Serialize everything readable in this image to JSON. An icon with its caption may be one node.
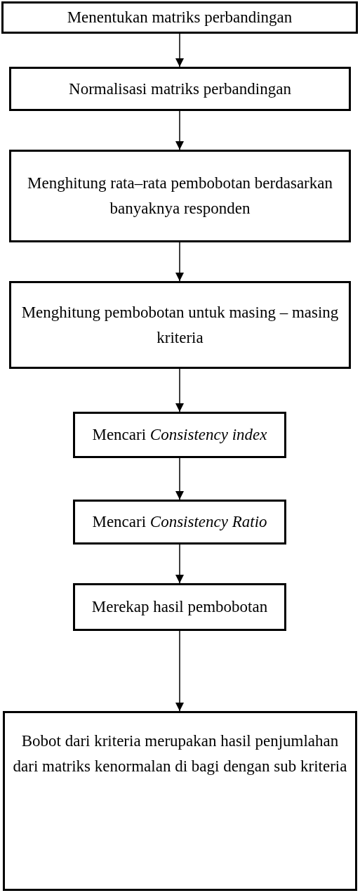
{
  "diagram": {
    "nodes": [
      {
        "text": [
          "Menentukan matriks perbandingan"
        ]
      },
      {
        "text": [
          "Normalisasi matriks perbandingan"
        ]
      },
      {
        "text": [
          "Menghitung rata–rata pembobotan berdasarkan banyaknya responden"
        ]
      },
      {
        "text": [
          "Menghitung pembobotan untuk masing – masing kriteria"
        ]
      },
      {
        "text": [
          "Mencari *Consistency index*"
        ]
      },
      {
        "text": [
          "Mencari *Consistency Ratio*"
        ]
      },
      {
        "text": [
          "Merekap hasil pembobotan"
        ]
      },
      {
        "text": [
          "Bobot dari kriteria merupakan hasil penjumlahan dari matriks kenormalan di bagi dengan sub kriteria"
        ]
      }
    ],
    "edges": [
      {
        "from": 0,
        "to": 1,
        "arrow": "to"
      },
      {
        "from": 1,
        "to": 2,
        "arrow": "to"
      },
      {
        "from": 2,
        "to": 3,
        "arrow": "to"
      },
      {
        "from": 3,
        "to": 4,
        "arrow": "to"
      },
      {
        "from": 4,
        "to": 5,
        "arrow": "to"
      },
      {
        "from": 5,
        "to": 6,
        "arrow": "to"
      },
      {
        "from": 6,
        "to": 7,
        "arrow": "to"
      }
    ]
  }
}
